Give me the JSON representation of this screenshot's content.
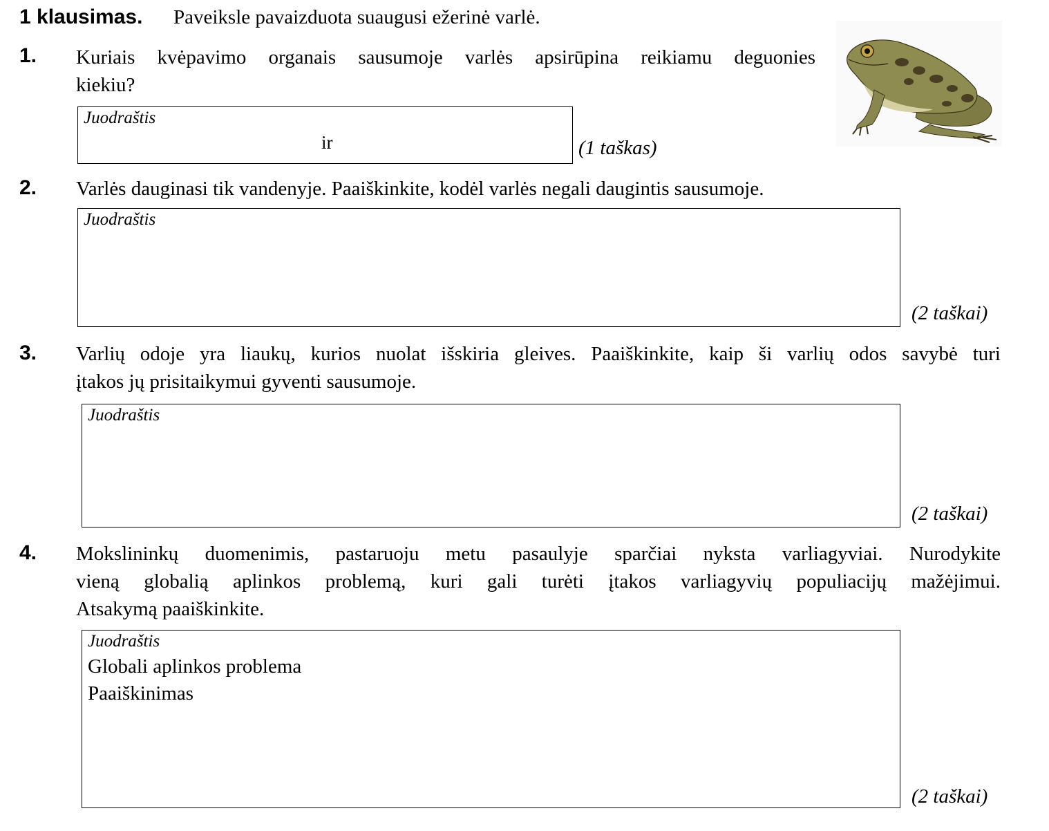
{
  "header": {
    "title": "1 klausimas.",
    "intro": "Paveiksle pavaizduota suaugusi ežerinė varlė."
  },
  "questions": [
    {
      "number": "1.",
      "line1": "Kuriais kvėpavimo organais sausumoje varlės apsirūpina reikiamu deguonies",
      "line2": "kiekiu?",
      "draft_label": "Juodraštis",
      "connector": "ir",
      "points": "(1 taškas)"
    },
    {
      "number": "2.",
      "line1": "Varlės dauginasi tik vandenyje. Paaiškinkite, kodėl varlės negali daugintis sausumoje.",
      "draft_label": "Juodraštis",
      "points": "(2 taškai)"
    },
    {
      "number": "3.",
      "line1": "Varlių odoje yra liaukų, kurios nuolat išskiria gleives. Paaiškinkite, kaip ši varlių odos savybė turi",
      "line2": "įtakos jų prisitaikymui gyventi sausumoje.",
      "draft_label": "Juodraštis",
      "points": "(2 taškai)"
    },
    {
      "number": "4.",
      "line1": "Mokslininkų duomenimis, pastaruoju metu pasaulyje sparčiai nyksta varliagyviai. Nurodykite",
      "line2": "vieną globalią aplinkos problemą, kuri gali turėti įtakos varliagyvių populiacijų mažėjimui.",
      "line3": "Atsakymą paaiškinkite.",
      "draft_label": "Juodraštis",
      "field1": "Globali aplinkos problema",
      "field2": "Paaiškinimas",
      "points": "(2 taškai)"
    }
  ],
  "image": {
    "subject": "frog-illustration",
    "colors": {
      "skin": "#8a8a4a",
      "spots": "#4a3e22",
      "belly": "#d8d2a8"
    }
  }
}
